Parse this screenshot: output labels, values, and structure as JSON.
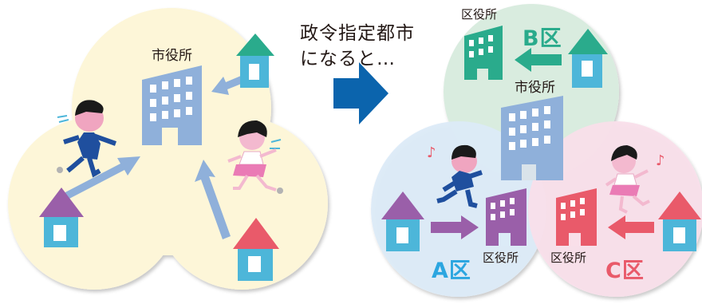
{
  "heading": {
    "line1": "政令指定都市",
    "line2": "になると…"
  },
  "before": {
    "city_hall_label": "市役所"
  },
  "after": {
    "city_hall_label": "市役所",
    "ward_b": {
      "name": "B区",
      "office_label": "区役所"
    },
    "ward_a": {
      "name": "A区",
      "office_label": "区役所"
    },
    "ward_c": {
      "name": "C区",
      "office_label": "区役所"
    }
  },
  "colors": {
    "before_area": "#fdf6d8",
    "ward_a_area": "#dcebf7",
    "ward_b_area": "#d9ecdf",
    "ward_c_area": "#f9dfe9",
    "city_hall_building": "#8fb0da",
    "ward_a_color": "#9a5fa9",
    "ward_b_color": "#2aab8c",
    "ward_c_color": "#e95a6a",
    "arrow_blue": "#0b64ad",
    "ward_a_text": "#2ca6e0",
    "ward_b_text": "#2aab8c",
    "ward_c_text": "#e95a6a"
  },
  "icons": [
    "house-icon",
    "building-icon",
    "arrow-icon",
    "boy-icon",
    "girl-icon",
    "music-note-icon"
  ]
}
